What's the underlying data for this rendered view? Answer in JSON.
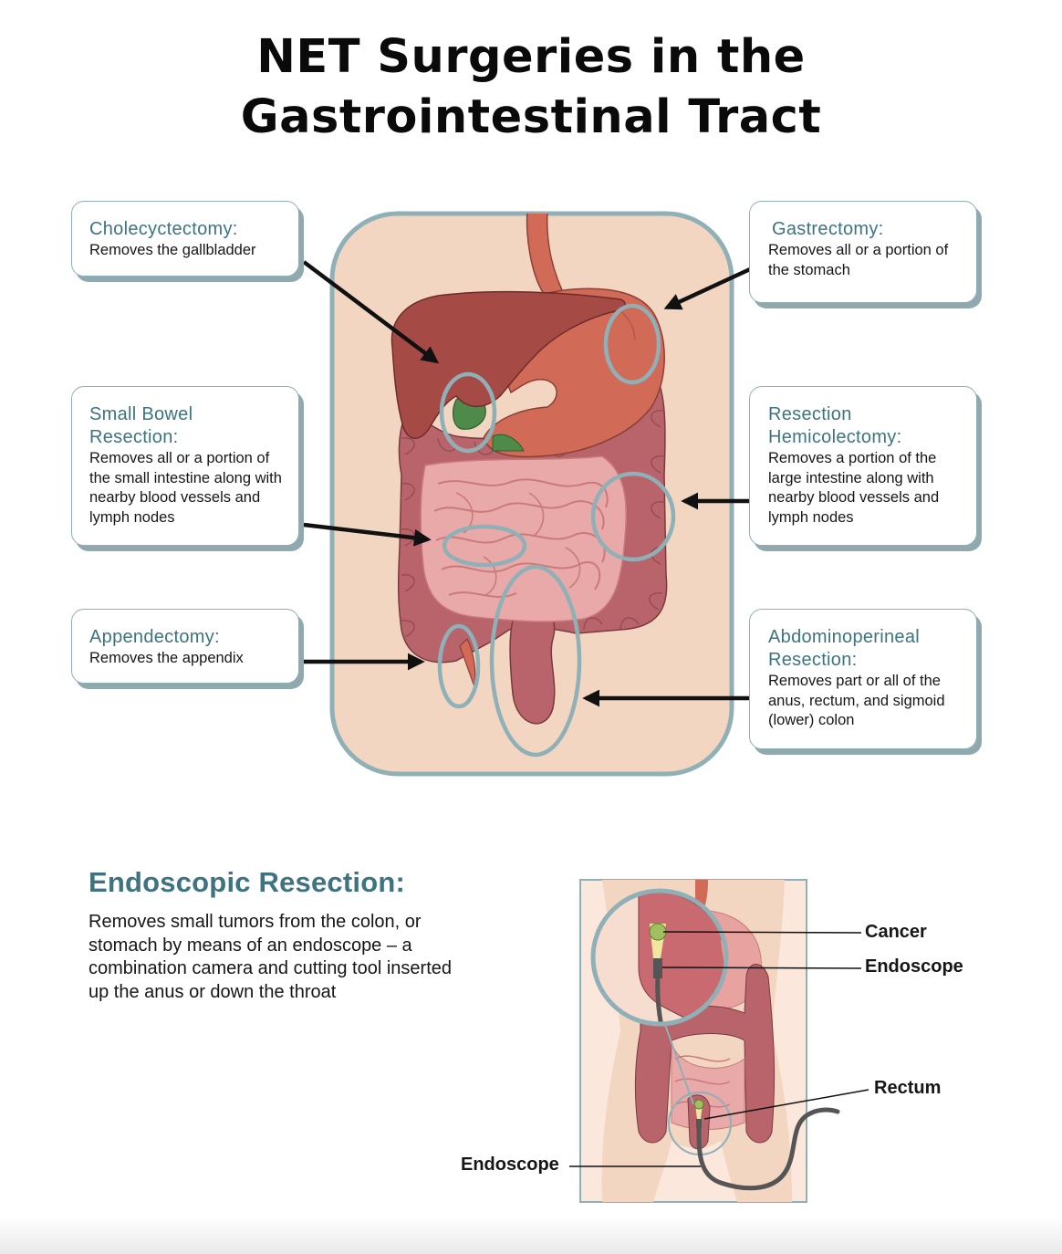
{
  "title": {
    "line1": "NET Surgeries in the",
    "line2": "Gastrointestinal Tract"
  },
  "procedures": {
    "cholecystectomy": {
      "heading": "Cholecyctectomy:",
      "desc": "Removes the gallbladder"
    },
    "small_bowel": {
      "heading": "Small Bowel Resection:",
      "desc": "Removes all or a portion of the small intestine along with nearby blood vessels and lymph nodes"
    },
    "appendectomy": {
      "heading": "Appendectomy:",
      "desc": "Removes the appendix"
    },
    "gastrectomy": {
      "heading": "Gastrectomy:",
      "desc": "Removes all or a portion of the stomach"
    },
    "hemicolectomy": {
      "heading": "Resection Hemicolectomy:",
      "desc": "Removes a portion of the large intestine along with nearby blood vessels and lymph nodes"
    },
    "abdominoperineal": {
      "heading": "Abdominoperineal Resection:",
      "desc": "Removes part or all of the anus, rectum, and sigmoid (lower) colon"
    }
  },
  "endoscopic": {
    "heading": "Endoscopic Resection:",
    "desc": "Removes small tumors from the colon, or stomach by means of an endoscope – a combination camera and cutting tool inserted up the anus or down the throat"
  },
  "callouts": {
    "cancer": "Cancer",
    "endoscope_top": "Endoscope",
    "rectum": "Rectum",
    "endoscope_bottom": "Endoscope"
  },
  "colors": {
    "accent_teal": "#3d7480",
    "card_border": "#8fb0b7",
    "ring": "#8fb0b7",
    "skin": "#f2d6c1",
    "liver": "#a64a45",
    "stomach": "#d26a58",
    "colon": "#b9636b",
    "small_intestine": "#e9a9a8",
    "gallbladder": "#4e8a4a"
  }
}
